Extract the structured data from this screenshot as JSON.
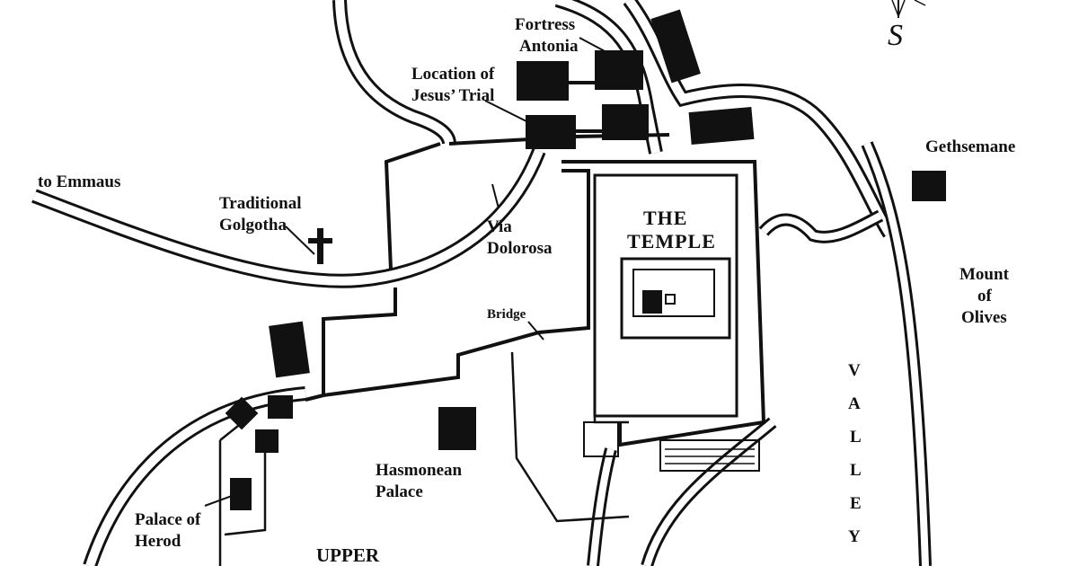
{
  "labels": {
    "fortress_antonia": [
      "Fortress",
      "Antonia"
    ],
    "jesus_trial": [
      "Location of",
      "Jesus’ Trial"
    ],
    "emmaus": "to Emmaus",
    "golgotha": [
      "Traditional",
      "Golgotha"
    ],
    "via_dolorosa": [
      "Via",
      "Dolorosa"
    ],
    "temple": [
      "THE",
      "TEMPLE"
    ],
    "gethsemane": "Gethsemane",
    "mount_of_olives": [
      "Mount",
      "of",
      "Olives"
    ],
    "bridge": "Bridge",
    "hasmonean_palace": [
      "Hasmonean",
      "Palace"
    ],
    "palace_of_herod": [
      "Palace of",
      "Herod"
    ],
    "upper": "UPPER",
    "valley": [
      "V",
      "A",
      "L",
      "L",
      "E",
      "Y"
    ]
  },
  "compass": {
    "north_letter": "S"
  },
  "colors": {
    "ink": "#111111",
    "paper": "#ffffff"
  }
}
